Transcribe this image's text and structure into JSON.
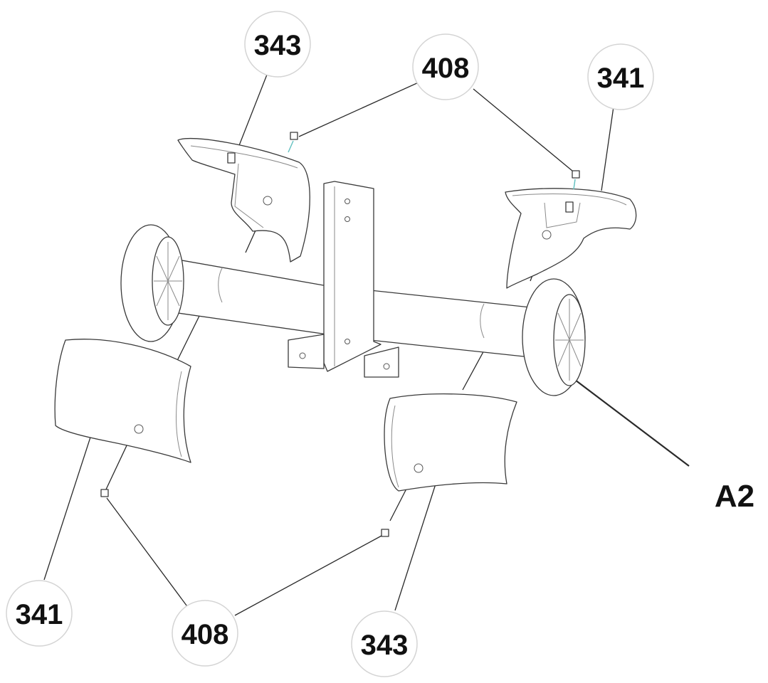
{
  "callouts": [
    {
      "id": "c343_top",
      "label": "343"
    },
    {
      "id": "c408_top",
      "label": "408"
    },
    {
      "id": "c341_top",
      "label": "341"
    },
    {
      "id": "c341_bottom",
      "label": "341"
    },
    {
      "id": "c408_bottom",
      "label": "408"
    },
    {
      "id": "c343_bottom",
      "label": "343"
    }
  ],
  "assembly_ref": "A2",
  "colors": {
    "line": "#3a3a3a",
    "bubble_border": "#d4d4d4",
    "text": "#111111",
    "screw_tip": "#66c2c2"
  }
}
